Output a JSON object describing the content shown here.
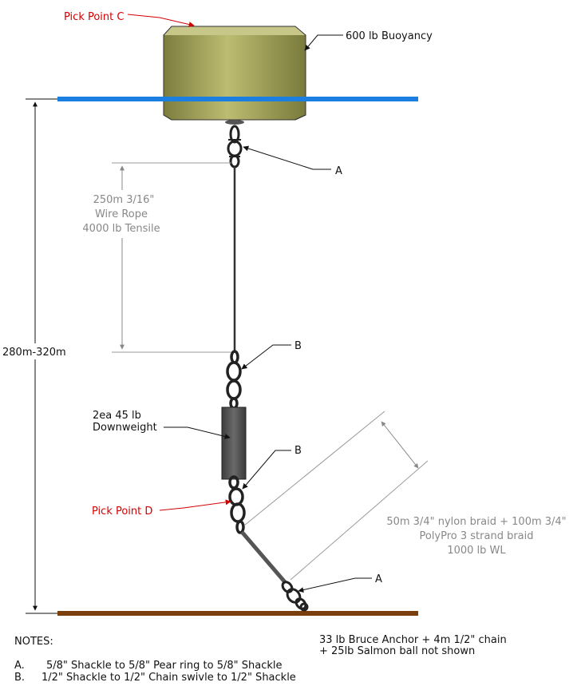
{
  "labels": {
    "pick_point_c": "Pick Point C",
    "buoyancy": "600 lb Buoyancy",
    "connector_a_top": "A",
    "wire_rope_1": "250m 3/16\"",
    "wire_rope_2": "Wire Rope",
    "wire_rope_3": "4000 lb Tensile",
    "depth_range": "280m-320m",
    "connector_b_upper": "B",
    "downweight_1": "2ea 45 lb",
    "downweight_2": "Downweight",
    "connector_b_lower": "B",
    "pick_point_d": "Pick Point D",
    "braid_1": "50m 3/4\" nylon braid + 100m 3/4\"",
    "braid_2": "PolyPro 3 strand braid",
    "braid_3": "1000 lb WL",
    "connector_a_bottom": "A",
    "anchor_1": "33 lb Bruce Anchor + 4m 1/2\" chain",
    "anchor_2": "+ 25lb Salmon ball not shown"
  },
  "notes": {
    "heading": "NOTES:",
    "a_key": "A.",
    "a_text": "5/8\" Shackle to 5/8\" Pear ring to 5/8\" Shackle",
    "b_key": "B.",
    "b_text": "1/2\" Shackle to 1/2\" Chain swivle to 1/2\" Shackle"
  },
  "colors": {
    "water_surface": "#1a7fe0",
    "seabed": "#7a3e0a",
    "buoy": "#a9a95a",
    "pick_point_label": "#d40000",
    "dimension_grey": "#888888"
  }
}
